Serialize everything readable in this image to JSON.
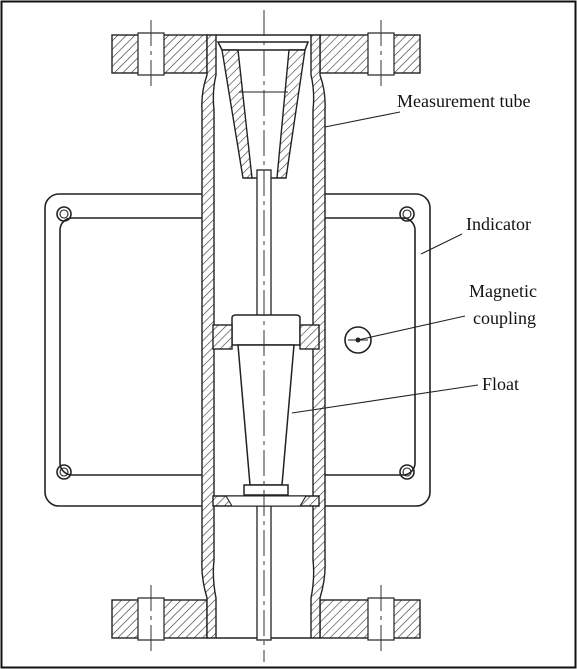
{
  "labels": {
    "measurement_tube": "Measurement tube",
    "indicator": "Indicator",
    "magnetic_line1": "Magnetic",
    "magnetic_line2": "coupling",
    "float": "Float"
  }
}
